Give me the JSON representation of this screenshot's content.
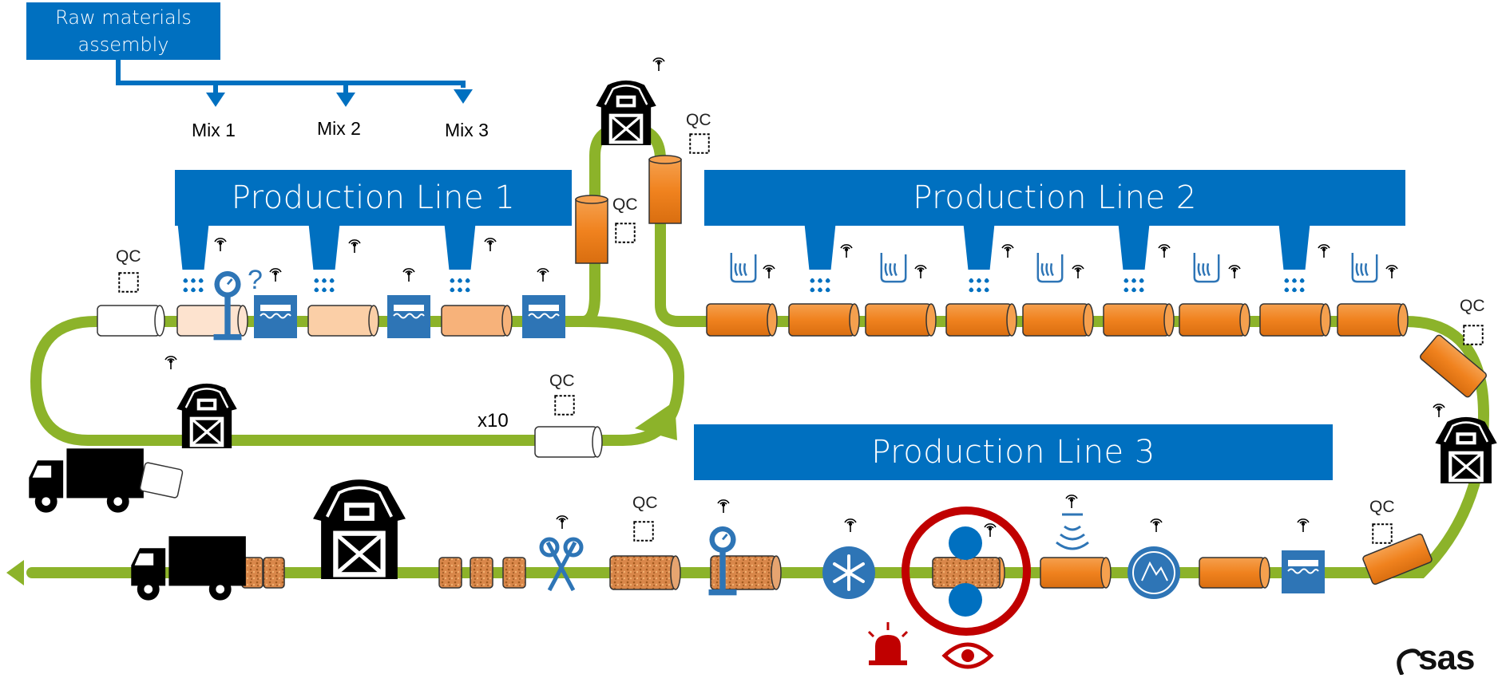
{
  "raw_materials": {
    "label_line1": "Raw materials",
    "label_line2": "assembly"
  },
  "mixes": [
    "Mix 1",
    "Mix 2",
    "Mix 3"
  ],
  "production_lines": {
    "line1": "Production Line 1",
    "line2": "Production Line 2",
    "line3": "Production Line 3"
  },
  "qc_label": "QC",
  "batch_multiplier": "x10",
  "inspection_mark": "?",
  "logo": "sas",
  "colors": {
    "banner_blue": "#0070c0",
    "track_green": "#8cb32a",
    "product_orange": "#f0821e",
    "alert_red": "#c00000",
    "icon_black": "#000000"
  },
  "icons": [
    "barn-icon",
    "truck-icon",
    "scale-icon",
    "water-spray-icon",
    "steam-icon",
    "sensor-icon",
    "qc-chip-icon",
    "snowflake-icon",
    "scissors-icon",
    "alarm-icon",
    "eye-icon",
    "ultrasonic-icon",
    "temperature-badge-icon",
    "roller-icon"
  ]
}
